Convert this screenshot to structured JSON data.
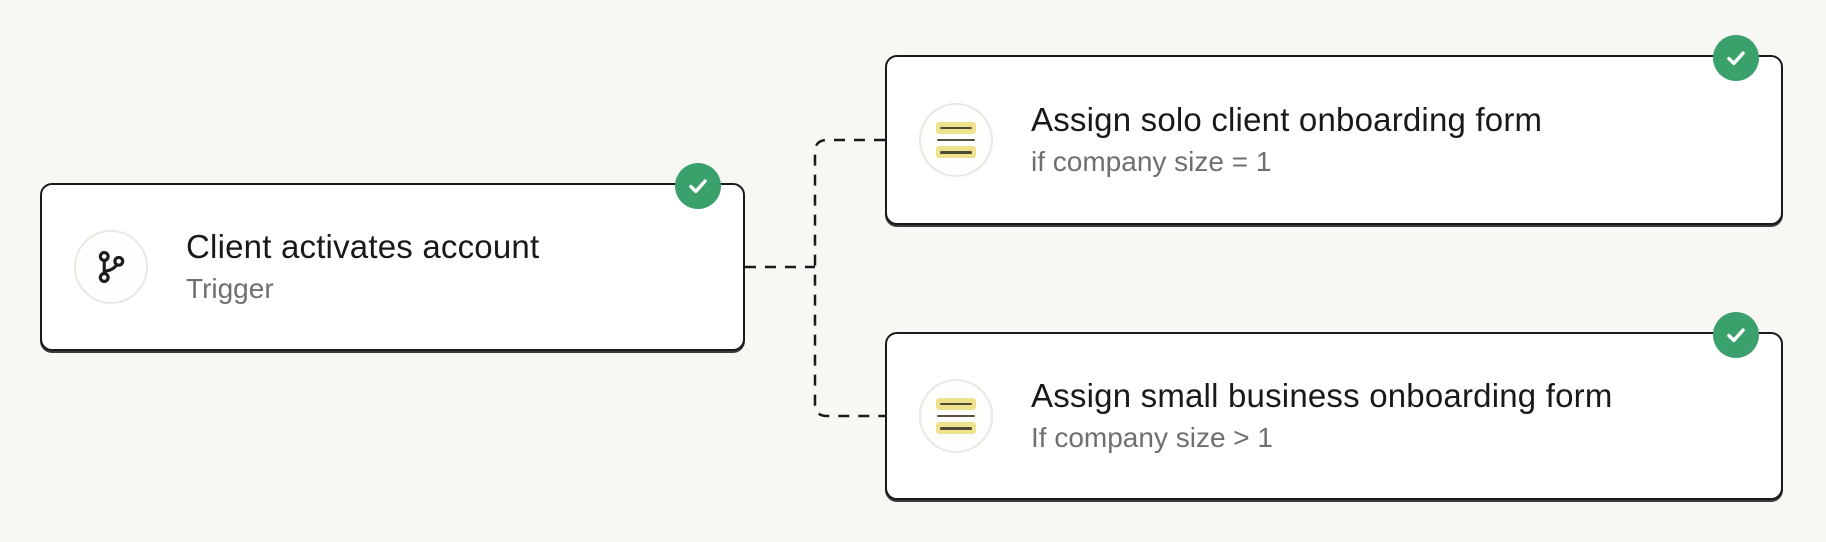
{
  "canvas": {
    "background": "#f7f7f4",
    "type": "workflow-automation-diagram"
  },
  "colors": {
    "card_border": "#1a1a1a",
    "card_background": "#ffffff",
    "status_green": "#3aa16d",
    "title_text": "#191919",
    "subtitle_text": "#6f6f6f",
    "form_highlight_yellow": "#efe28c",
    "connector": "#1a1a1a"
  },
  "nodes": [
    {
      "id": "trigger",
      "title": "Client activates account",
      "subtitle": "Trigger",
      "icon": "git-branch-icon",
      "status": "completed",
      "status_icon": "checkmark-icon"
    },
    {
      "id": "solo-onboarding",
      "title": "Assign solo client onboarding form",
      "subtitle": "if company size = 1",
      "icon": "form-lines-icon",
      "status": "completed",
      "status_icon": "checkmark-icon"
    },
    {
      "id": "small-business-onboarding",
      "title": "Assign small business onboarding form",
      "subtitle": "If company size > 1",
      "icon": "form-lines-icon",
      "status": "completed",
      "status_icon": "checkmark-icon"
    }
  ],
  "connections": [
    {
      "from": "trigger",
      "to": "solo-onboarding",
      "style": "dashed"
    },
    {
      "from": "trigger",
      "to": "small-business-onboarding",
      "style": "dashed"
    }
  ]
}
